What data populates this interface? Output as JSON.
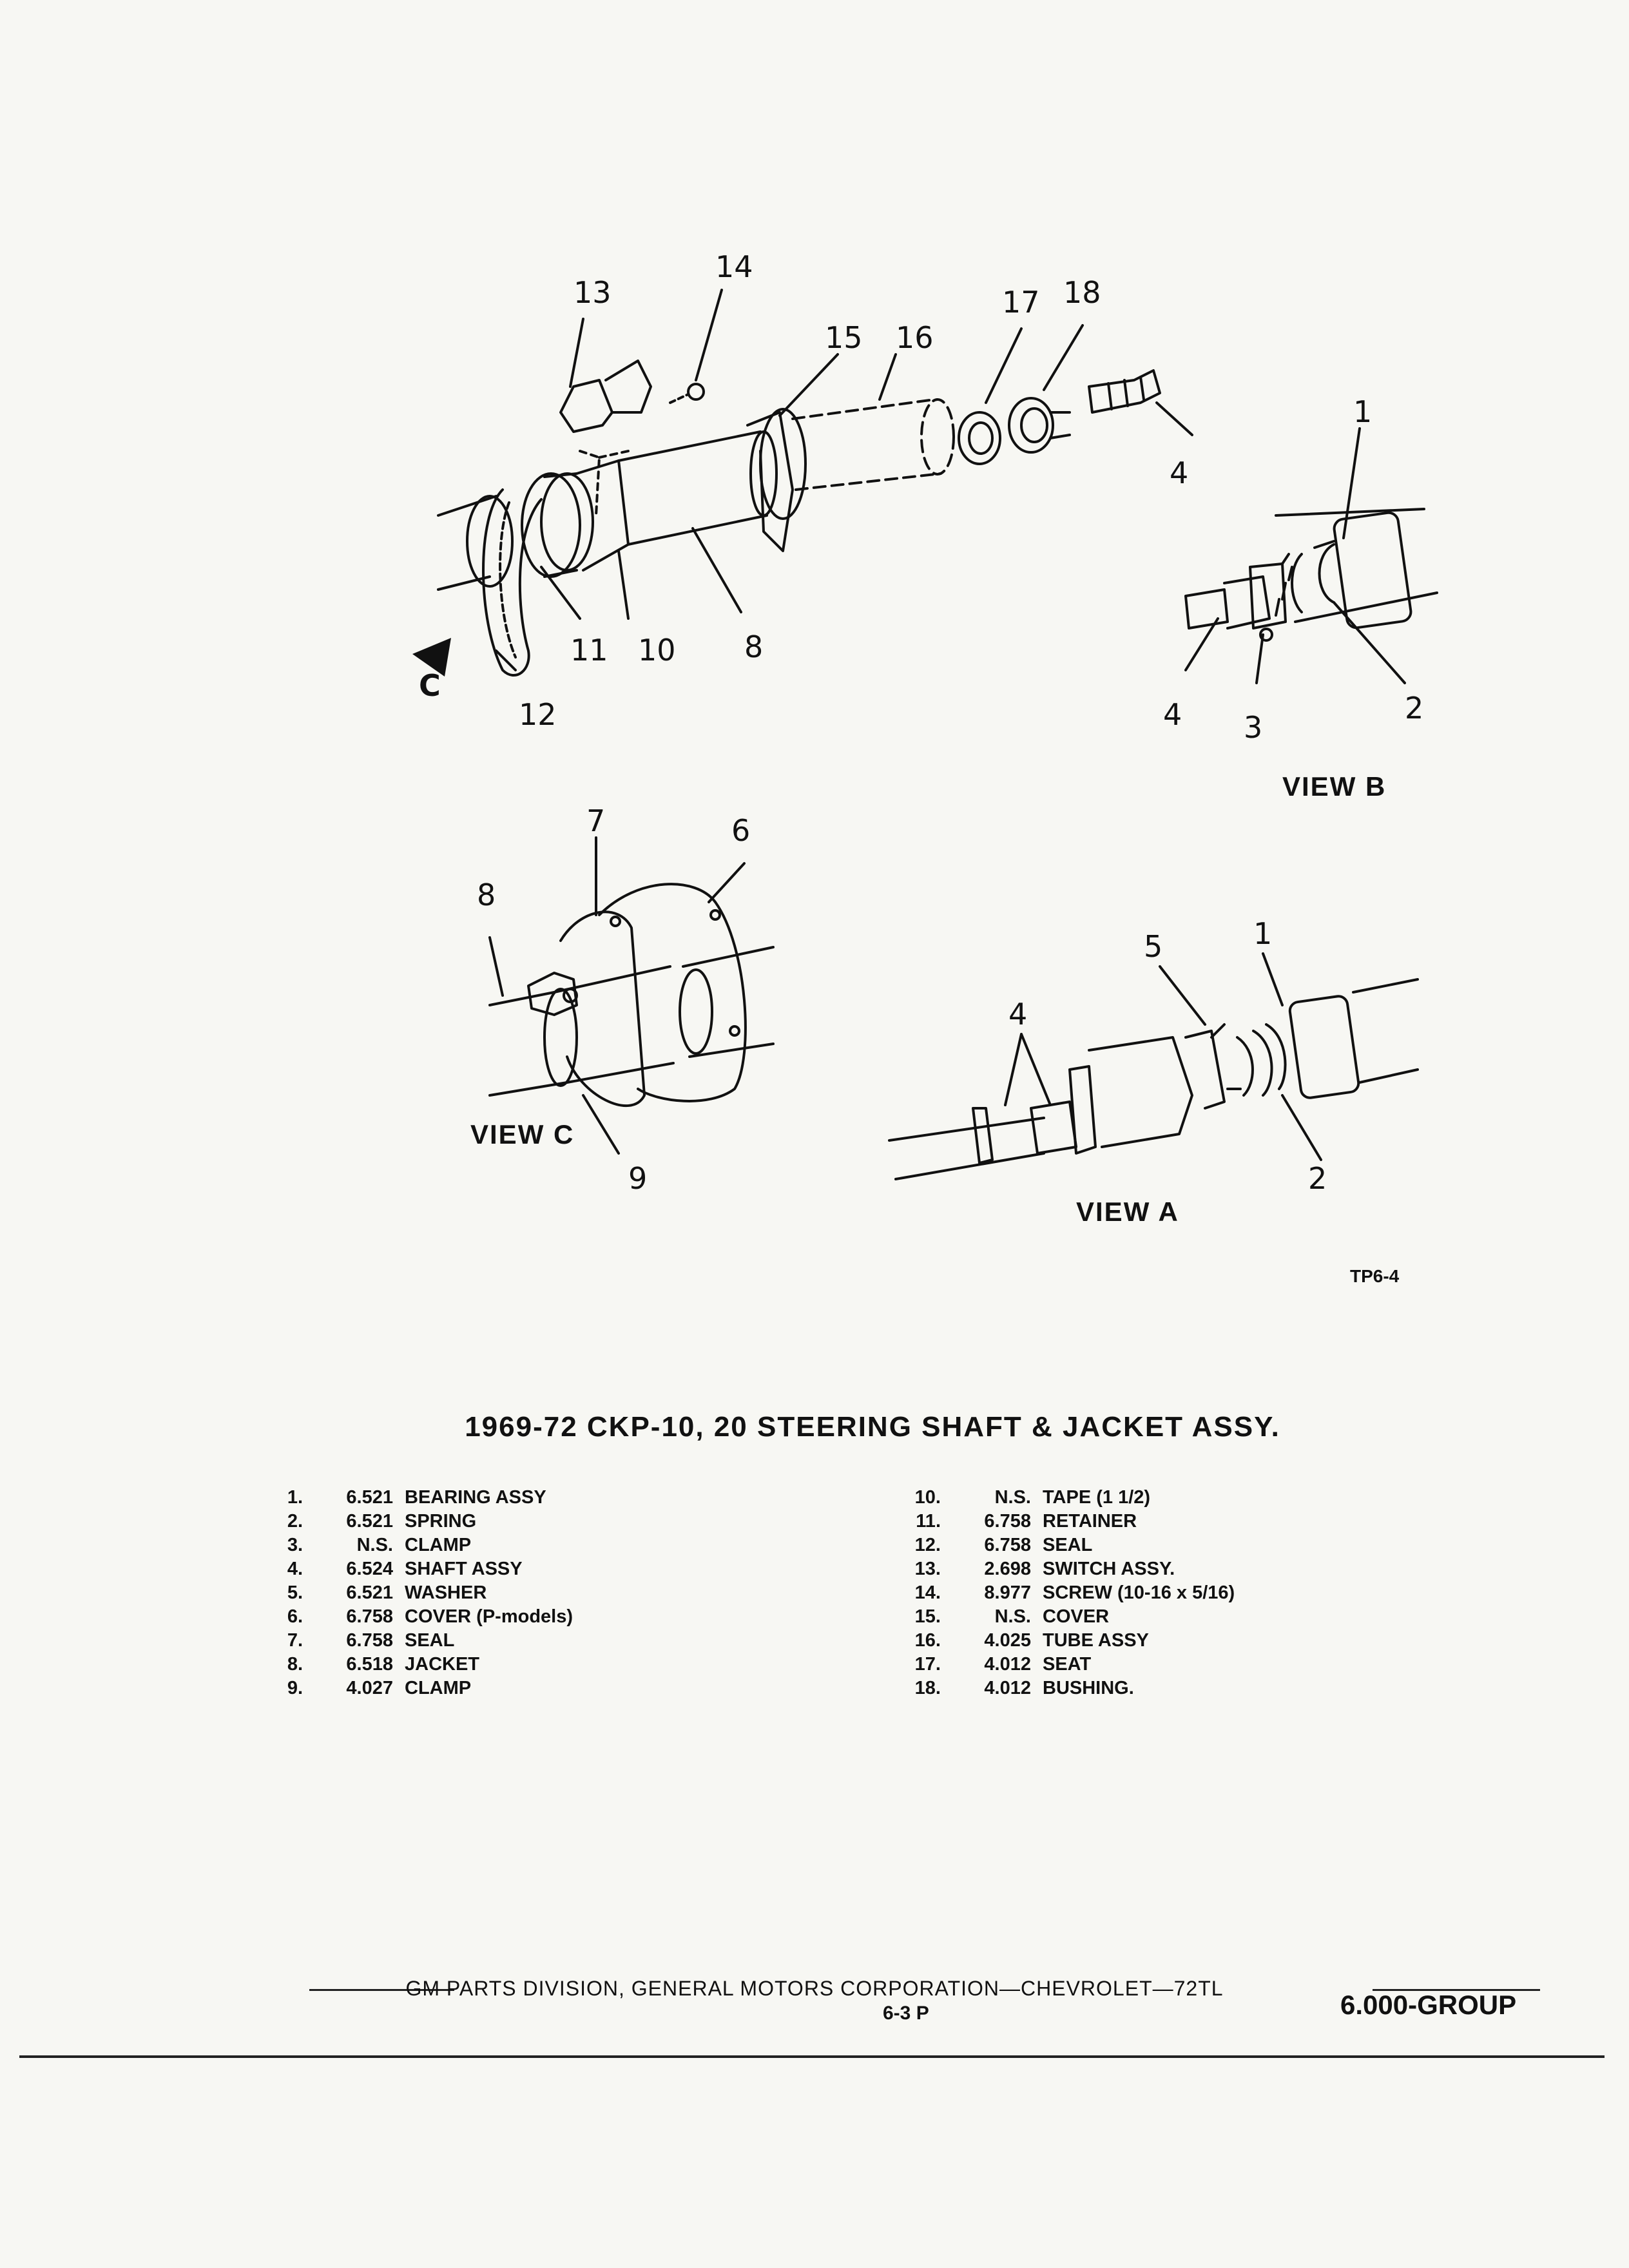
{
  "diagram": {
    "callouts": [
      "13",
      "14",
      "15",
      "16",
      "17",
      "18",
      "4",
      "1",
      "11",
      "10",
      "8",
      "12",
      "C",
      "4",
      "3",
      "2",
      "7",
      "6",
      "8",
      "9",
      "5",
      "1",
      "4",
      "2"
    ],
    "view_labels": {
      "b": "VIEW B",
      "c": "VIEW C",
      "a": "VIEW A"
    },
    "figure_ref": "TP6-4"
  },
  "title": "1969-72 CKP-10, 20 STEERING SHAFT & JACKET ASSY.",
  "parts": [
    {
      "num": "1.",
      "code": "6.521",
      "desc": "BEARING ASSY"
    },
    {
      "num": "2.",
      "code": "6.521",
      "desc": "SPRING"
    },
    {
      "num": "3.",
      "code": "N.S.",
      "desc": "CLAMP"
    },
    {
      "num": "4.",
      "code": "6.524",
      "desc": "SHAFT ASSY"
    },
    {
      "num": "5.",
      "code": "6.521",
      "desc": "WASHER"
    },
    {
      "num": "6.",
      "code": "6.758",
      "desc": "COVER (P-models)"
    },
    {
      "num": "7.",
      "code": "6.758",
      "desc": "SEAL"
    },
    {
      "num": "8.",
      "code": "6.518",
      "desc": "JACKET"
    },
    {
      "num": "9.",
      "code": "4.027",
      "desc": "CLAMP"
    },
    {
      "num": "10.",
      "code": "N.S.",
      "desc": "TAPE (1 1/2)"
    },
    {
      "num": "11.",
      "code": "6.758",
      "desc": "RETAINER"
    },
    {
      "num": "12.",
      "code": "6.758",
      "desc": "SEAL"
    },
    {
      "num": "13.",
      "code": "2.698",
      "desc": "SWITCH ASSY."
    },
    {
      "num": "14.",
      "code": "8.977",
      "desc": "SCREW (10-16 x 5/16)"
    },
    {
      "num": "15.",
      "code": "N.S.",
      "desc": "COVER"
    },
    {
      "num": "16.",
      "code": "4.025",
      "desc": "TUBE ASSY"
    },
    {
      "num": "17.",
      "code": "4.012",
      "desc": "SEAT"
    },
    {
      "num": "18.",
      "code": "4.012",
      "desc": "BUSHING."
    }
  ],
  "footer": {
    "line": "GM PARTS DIVISION, GENERAL MOTORS CORPORATION—CHEVROLET—72TL",
    "page": "6-3 P",
    "group": "6.000-GROUP"
  }
}
